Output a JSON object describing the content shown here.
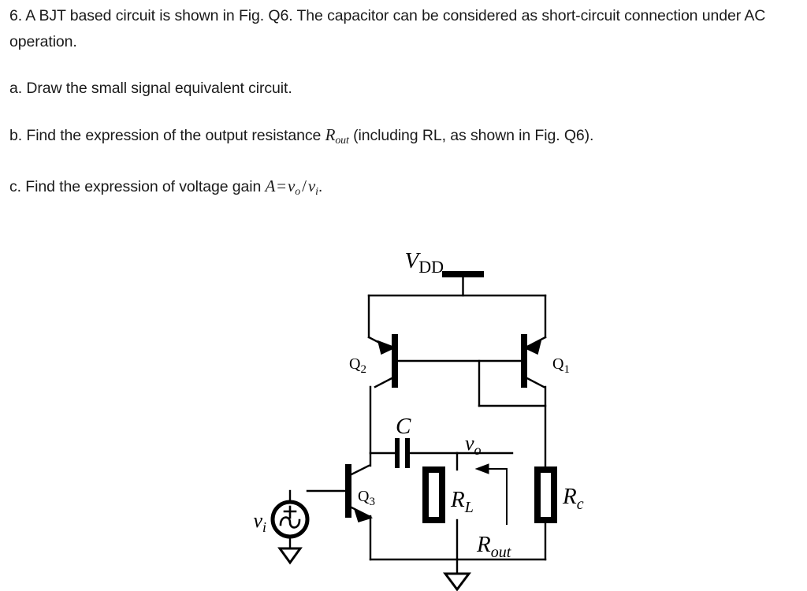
{
  "document": {
    "question_number": "6.",
    "paragraphs": [
      {
        "id": "intro",
        "text_before": "6. A BJT based circuit is shown in Fig. Q6. The capacitor can be considered as short-circuit connection under AC operation."
      },
      {
        "id": "part_a",
        "text_before": "a. Draw the small signal equivalent circuit."
      },
      {
        "id": "part_b",
        "text_before": "b. Find the expression of the output resistance ",
        "math": "R",
        "math_sub": "out",
        "text_after": " (including RL, as shown in Fig. Q6)."
      },
      {
        "id": "part_c",
        "text_before": "c. Find the expression of voltage gain ",
        "math_a": "A",
        "math_eq": "=",
        "math_vo": "v",
        "math_vo_sub": "o",
        "math_slash": "/",
        "math_vi": "v",
        "math_vi_sub": "i",
        "text_after": "."
      }
    ]
  },
  "figure": {
    "name": "bjt-current-mirror-amplifier-circuit",
    "labels": {
      "vdd": "V",
      "vdd_sub": "DD",
      "q1": "Q",
      "q1_sub": "1",
      "q2": "Q",
      "q2_sub": "2",
      "q3": "Q",
      "q3_sub": "3",
      "capacitor": "C",
      "vo": "v",
      "vo_sub": "o",
      "vi": "v",
      "vi_sub": "i",
      "rl": "R",
      "rl_sub": "L",
      "rc": "R",
      "rc_sub": "c",
      "rout": "R",
      "rout_sub": "out"
    },
    "components": [
      {
        "name": "vdd-supply-rail",
        "type": "supply"
      },
      {
        "name": "transistor-q1",
        "type": "pnp-bjt"
      },
      {
        "name": "transistor-q2",
        "type": "pnp-bjt"
      },
      {
        "name": "transistor-q3",
        "type": "npn-bjt"
      },
      {
        "name": "capacitor-c",
        "type": "capacitor"
      },
      {
        "name": "resistor-rl",
        "type": "resistor"
      },
      {
        "name": "resistor-rc",
        "type": "resistor"
      },
      {
        "name": "voltage-source-vi",
        "type": "ac-source"
      },
      {
        "name": "ground-source",
        "type": "ground"
      },
      {
        "name": "ground-main",
        "type": "ground"
      },
      {
        "name": "rout-annotation-arrow",
        "type": "annotation"
      }
    ],
    "colors": {
      "stroke": "#000000",
      "background": "#ffffff"
    }
  }
}
